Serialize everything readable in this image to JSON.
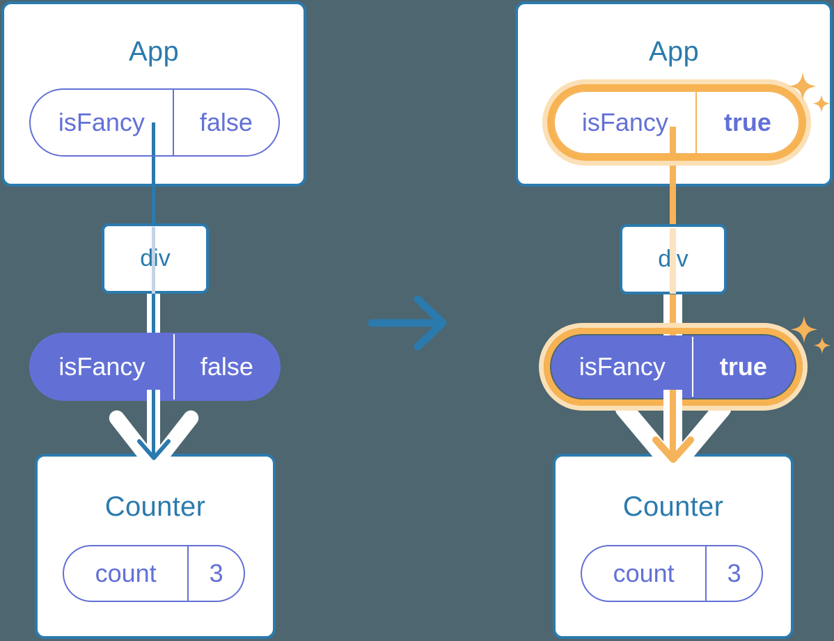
{
  "meta": {
    "background_color": "#4d6670",
    "accent_blue": "#2b7aad",
    "accent_purple": "#6270d6",
    "accent_orange": "#f7b252",
    "accent_orange_glow": "#fbe0b6",
    "white": "#ffffff"
  },
  "diagram": {
    "title_before": "",
    "title_after": "",
    "transition_icon": "right-arrow-icon"
  },
  "before": {
    "app": {
      "title": "App",
      "state": {
        "key": "isFancy",
        "value": "false",
        "highlighted": false
      }
    },
    "div": {
      "label": "div"
    },
    "prop": {
      "key": "isFancy",
      "value": "false",
      "highlighted": false
    },
    "counter": {
      "title": "Counter",
      "state": {
        "key": "count",
        "value": "3",
        "highlighted": false
      }
    }
  },
  "after": {
    "app": {
      "title": "App",
      "state": {
        "key": "isFancy",
        "value": "true",
        "highlighted": true
      }
    },
    "div": {
      "label": "div"
    },
    "prop": {
      "key": "isFancy",
      "value": "true",
      "highlighted": true
    },
    "counter": {
      "title": "Counter",
      "state": {
        "key": "count",
        "value": "3",
        "highlighted": false
      }
    }
  }
}
